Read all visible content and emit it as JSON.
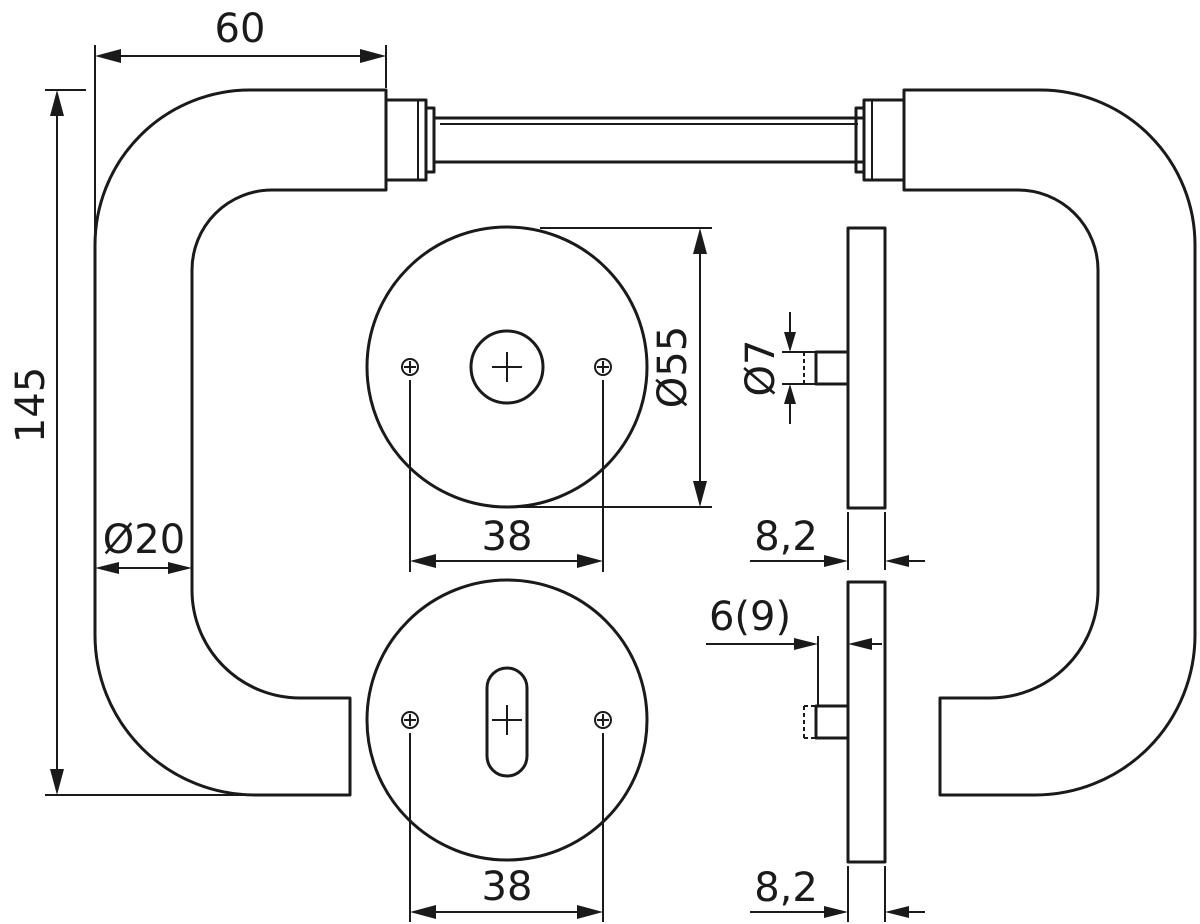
{
  "colors": {
    "line": "#1a1a1a",
    "background": "#ffffff"
  },
  "dimensions": {
    "handle_width": "60",
    "handle_height": "145",
    "handle_diameter": "Ø20",
    "rose_diameter": "Ø55",
    "spindle_diameter": "Ø7",
    "rose_screw_spacing_top": "38",
    "rose_screw_spacing_bottom": "38",
    "rose_thickness_top": "8,2",
    "rose_thickness_bottom": "8,2",
    "spindle_offset": "6(9)"
  }
}
